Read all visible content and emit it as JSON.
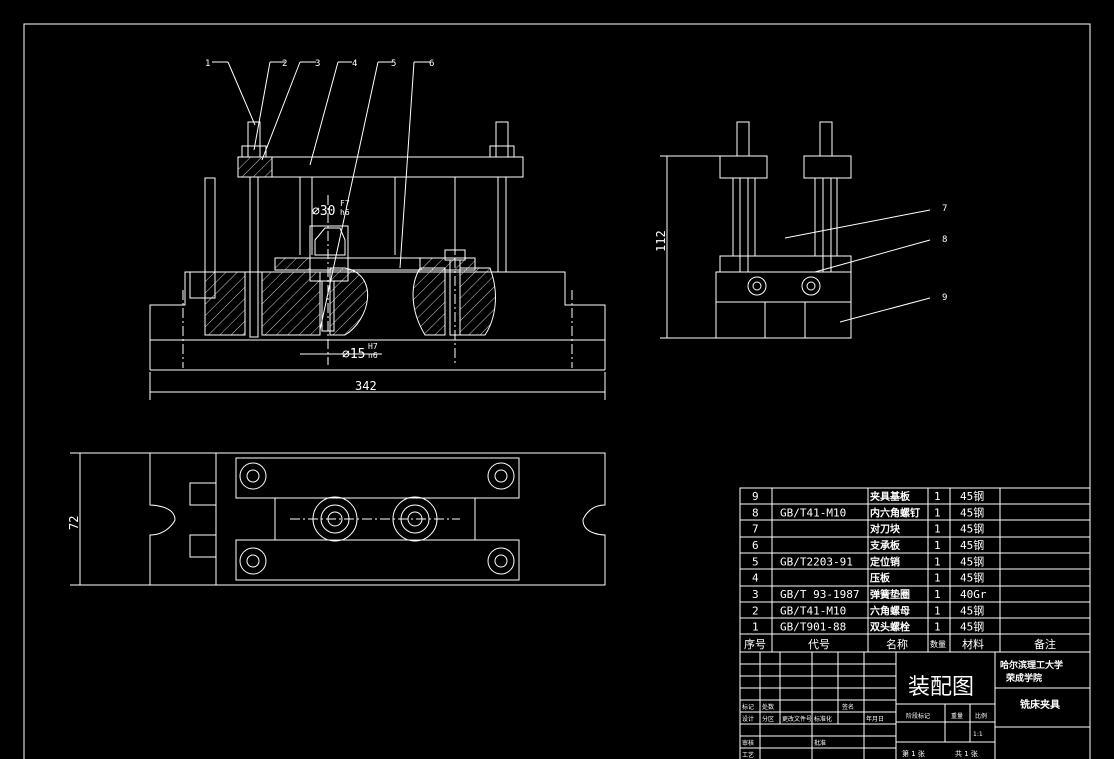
{
  "drawing": {
    "balloons": [
      "1",
      "2",
      "3",
      "4",
      "5",
      "6",
      "7",
      "8",
      "9"
    ],
    "dimensions": {
      "bore_upper": "⌀30",
      "bore_upper_fit_top": "F7",
      "bore_upper_fit_bottom": "h6",
      "bore_lower": "⌀15",
      "bore_lower_fit_top": "H7",
      "bore_lower_fit_bottom": "n6",
      "overall_length": "342",
      "side_height": "112",
      "plan_width": "72"
    }
  },
  "bom": {
    "rows": [
      {
        "no": "9",
        "code": "",
        "name": "夹具基板",
        "qty": "1",
        "material": "45钢",
        "note": ""
      },
      {
        "no": "8",
        "code": "GB/T41-M10",
        "name": "内六角螺钉",
        "qty": "1",
        "material": "45钢",
        "note": ""
      },
      {
        "no": "7",
        "code": "",
        "name": "对刀块",
        "qty": "1",
        "material": "45钢",
        "note": ""
      },
      {
        "no": "6",
        "code": "",
        "name": "支承板",
        "qty": "1",
        "material": "45钢",
        "note": ""
      },
      {
        "no": "5",
        "code": "GB/T2203-91",
        "name": "定位销",
        "qty": "1",
        "material": "45钢",
        "note": ""
      },
      {
        "no": "4",
        "code": "",
        "name": "压板",
        "qty": "1",
        "material": "45钢",
        "note": ""
      },
      {
        "no": "3",
        "code": "GB/T 93-1987",
        "name": "弹簧垫圈",
        "qty": "1",
        "material": "40Gr",
        "note": ""
      },
      {
        "no": "2",
        "code": "GB/T41-M10",
        "name": "六角螺母",
        "qty": "1",
        "material": "45钢",
        "note": ""
      },
      {
        "no": "1",
        "code": "GB/T901-88",
        "name": "双头螺栓",
        "qty": "1",
        "material": "45钢",
        "note": ""
      }
    ],
    "header": {
      "no": "序号",
      "code": "代号",
      "name": "名称",
      "qty": "数量",
      "material": "材料",
      "note": "备注"
    }
  },
  "title_block": {
    "drawing_title": "装配图",
    "school_line1": "哈尔滨理工大学",
    "school_line2": "荣成学院",
    "product_name": "铣床夹具",
    "scale": "1:1",
    "sheet_of": "第 1 张",
    "sheet_total": "共 1 张",
    "labels": {
      "mark": "标记",
      "count": "处数",
      "sign": "签名",
      "design": "设计",
      "std": "标准化",
      "partition": "分区",
      "change_doc": "更改文件号",
      "date": "年月日",
      "stage": "阶段标记",
      "weight": "重量",
      "scale_label": "比例",
      "review": "审核",
      "process": "工艺",
      "approve": "批准"
    }
  }
}
